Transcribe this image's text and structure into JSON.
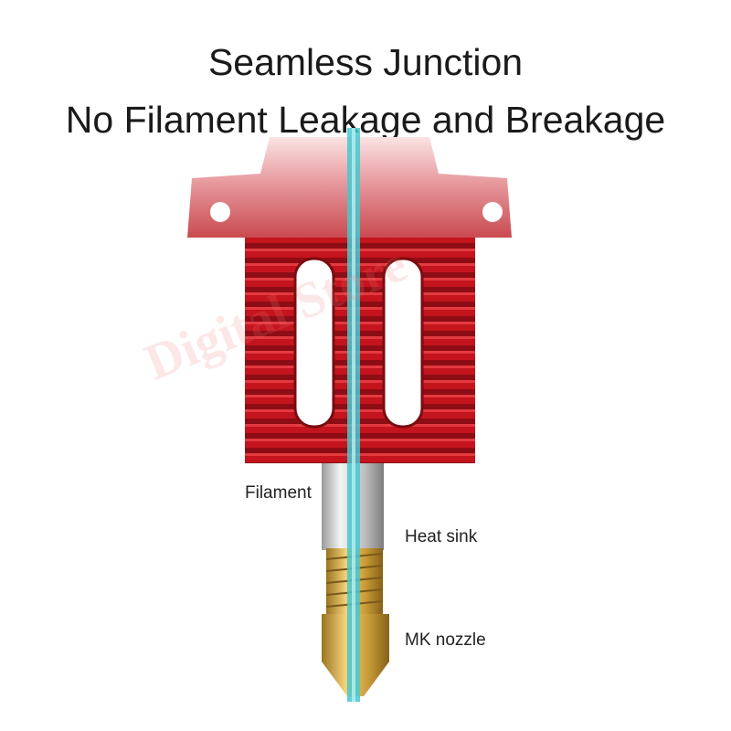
{
  "header": {
    "line1": "Seamless Junction",
    "line2": "No Filament Leakage and Breakage"
  },
  "labels": {
    "filament": "Filament",
    "heat_sink": "Heat sink",
    "nozzle": "MK nozzle"
  },
  "watermark": "Digital Store",
  "colors": {
    "heatsink": "#b3121c",
    "filament": "#49c7cf",
    "brass": "#d4a93a"
  }
}
